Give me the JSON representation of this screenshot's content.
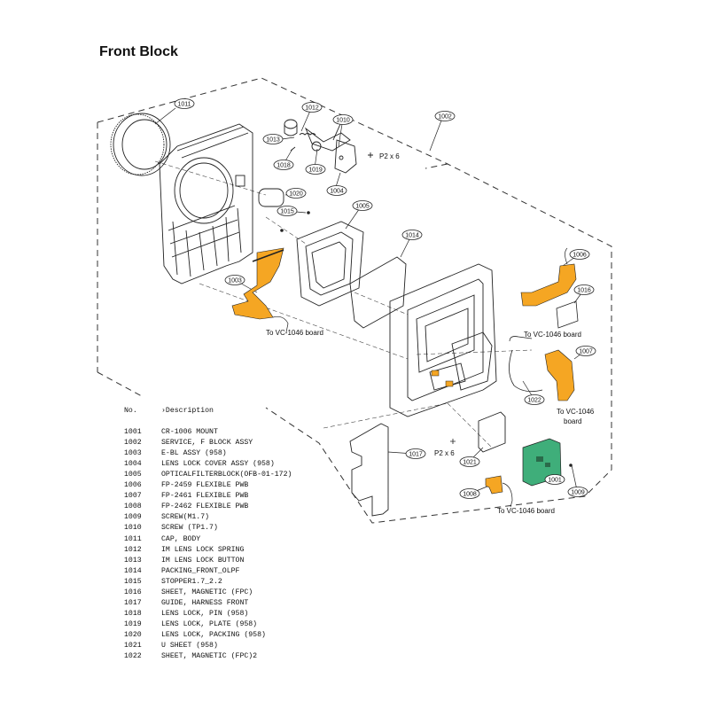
{
  "title": "Front Block",
  "callouts": {
    "c1011": "1011",
    "c1012": "1012",
    "c1010": "1010",
    "c1013": "1013",
    "c1018": "1018",
    "c1019": "1019",
    "c1004": "1004",
    "c1002": "1002",
    "c1020": "1020",
    "c1015": "1015",
    "c1005": "1005",
    "c1014": "1014",
    "c1006": "1006",
    "c1016": "1016",
    "c1003": "1003",
    "c1007": "1007",
    "c1022": "1022",
    "c1017": "1017",
    "c1021": "1021",
    "c1008": "1008",
    "c1001": "1001",
    "c1009": "1009"
  },
  "notes": {
    "p2x6_top": "P2 x 6",
    "p2x6_bottom": "P2 x 6",
    "to_vc_left": "To VC-1046 board",
    "to_vc_right": "To VC-1046 board",
    "to_vc_1007_a": "To VC-1046",
    "to_vc_1007_b": "board",
    "to_vc_bottom": "To VC-1046 board"
  },
  "parts_list": {
    "header_no": "No.",
    "header_desc": "Description",
    "header_marker": "›",
    "rows": [
      {
        "no": "1001",
        "desc": "CR-1006 MOUNT"
      },
      {
        "no": "1002",
        "desc": "SERVICE, F BLOCK ASSY"
      },
      {
        "no": "1003",
        "desc": "E-BL ASSY (958)"
      },
      {
        "no": "1004",
        "desc": "LENS LOCK COVER ASSY (958)"
      },
      {
        "no": "1005",
        "desc": "OPTICALFILTERBLOCK(OFB-01-172)"
      },
      {
        "no": "1006",
        "desc": "FP-2459 FLEXIBLE PWB"
      },
      {
        "no": "1007",
        "desc": "FP-2461 FLEXIBLE PWB"
      },
      {
        "no": "1008",
        "desc": "FP-2462 FLEXIBLE PWB"
      },
      {
        "no": "1009",
        "desc": "SCREW(M1.7)"
      },
      {
        "no": "1010",
        "desc": "SCREW (TP1.7)"
      },
      {
        "no": "1011",
        "desc": "CAP, BODY"
      },
      {
        "no": "1012",
        "desc": "IM LENS LOCK SPRING"
      },
      {
        "no": "1013",
        "desc": "IM LENS LOCK BUTTON"
      },
      {
        "no": "1014",
        "desc": "PACKING_FRONT_OLPF"
      },
      {
        "no": "1015",
        "desc": "STOPPER1.7_2.2"
      },
      {
        "no": "1016",
        "desc": "SHEET, MAGNETIC (FPC)"
      },
      {
        "no": "1017",
        "desc": "GUIDE, HARNESS FRONT"
      },
      {
        "no": "1018",
        "desc": "LENS LOCK, PIN (958)"
      },
      {
        "no": "1019",
        "desc": "LENS LOCK, PLATE (958)"
      },
      {
        "no": "1020",
        "desc": "LENS LOCK, PACKING (958)"
      },
      {
        "no": "1021",
        "desc": "U SHEET (958)"
      },
      {
        "no": "1022",
        "desc": "SHEET, MAGNETIC (FPC)2"
      }
    ]
  },
  "colors": {
    "line": "#222222",
    "flex_cable": "#f5a623",
    "board_green": "#3fae7a"
  }
}
